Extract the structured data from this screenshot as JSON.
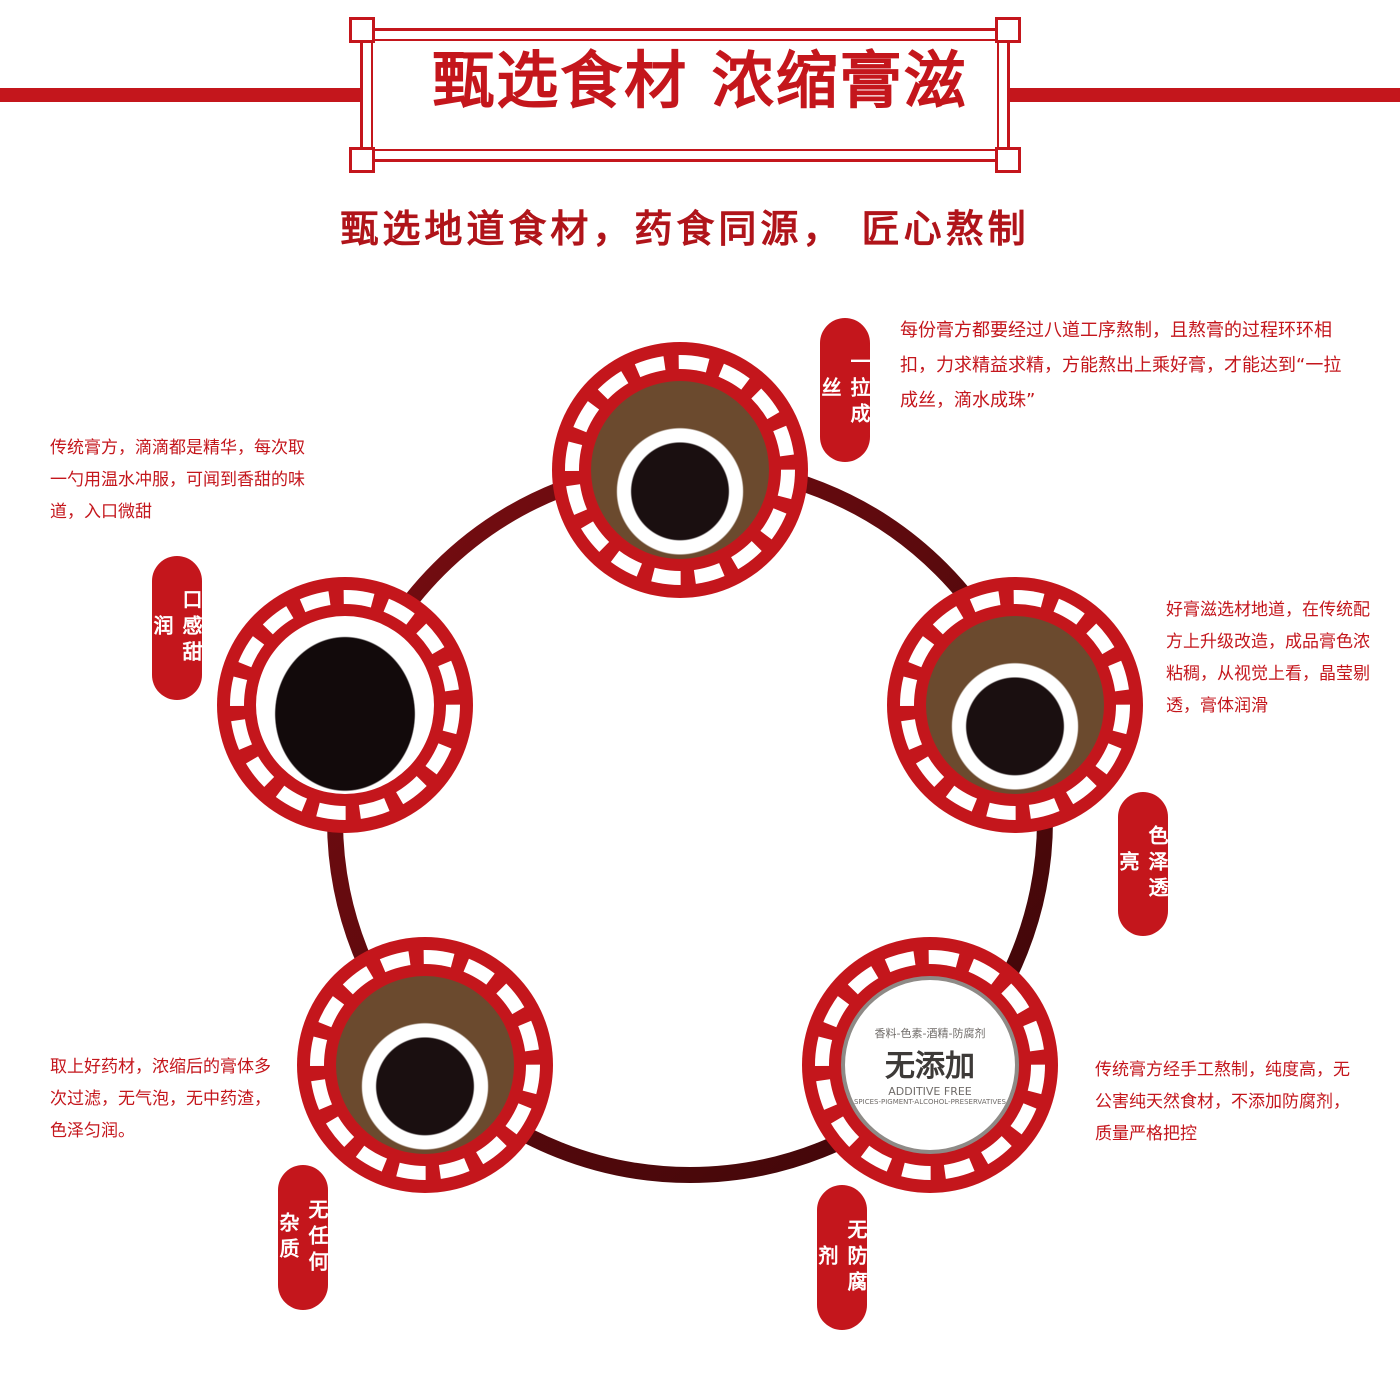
{
  "header": {
    "title": "甄选食材 浓缩膏滋",
    "subtitle": "甄选地道食材，药食同源， 匠心熬制"
  },
  "features": [
    {
      "label": "一拉成丝",
      "desc": "每份膏方都要经过八道工序熬制，且熬膏的过程环环相扣，力求精益求精，方能熬出上乘好膏，才能达到“一拉成丝，滴水成珠”"
    },
    {
      "label": "口感甜润",
      "desc": "传统膏方，滴滴都是精华，每次取一勺用温水冲服，可闻到香甜的味道，入口微甜"
    },
    {
      "label": "色泽透亮",
      "desc": "好膏滋选材地道，在传统配方上升级改造，成品膏色浓粘稠，从视觉上看，晶莹剔透，膏体润滑"
    },
    {
      "label": "无任何杂质",
      "desc": "取上好药材，浓缩后的膏体多次过滤，无气泡，无中药渣，色泽匀润。"
    },
    {
      "label": "无防腐剂",
      "desc": "传统膏方经手工熬制，纯度高，无公害纯天然食材，不添加防腐剂，质量严格把控"
    }
  ],
  "stamp": {
    "main": "无添加",
    "top": "香料-色素-酒精-防腐剂",
    "en": "ADDITIVE FREE",
    "bottom": "SPICES-PIGMENT-ALCOHOL-PRESERVATIVES"
  },
  "colors": {
    "accent": "#c4161c",
    "ring": "#5a0a0e"
  }
}
